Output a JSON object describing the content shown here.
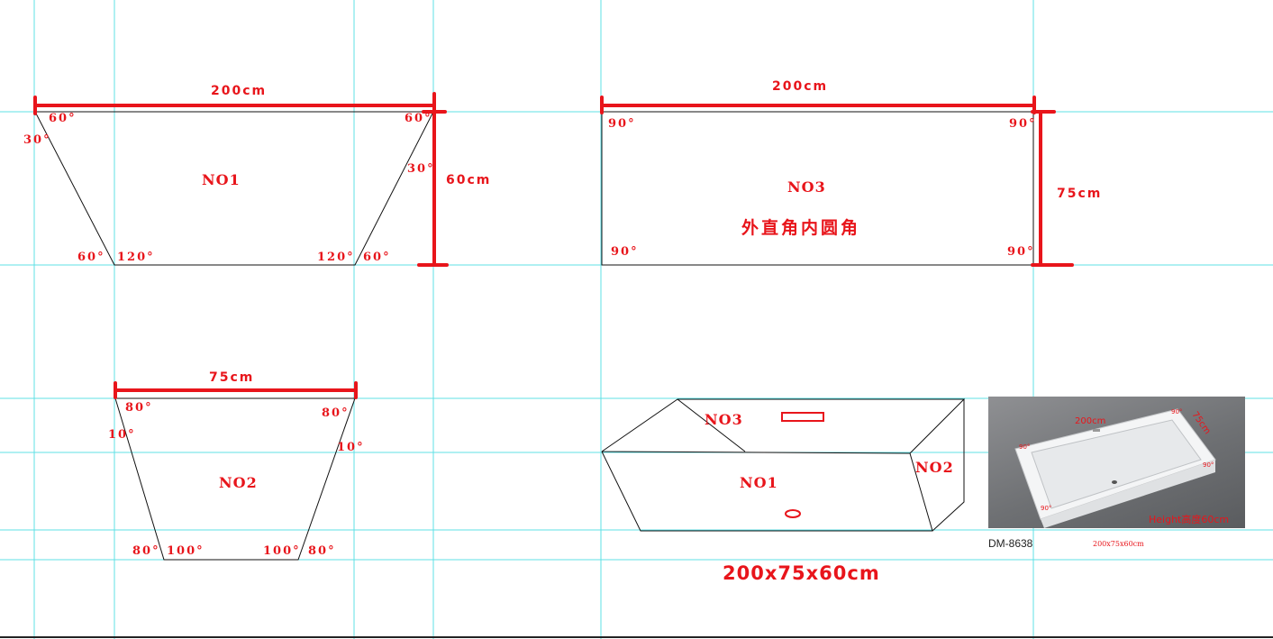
{
  "no1": {
    "top_dim": "200cm",
    "height_dim": "60cm",
    "name": "NO1",
    "angles": {
      "tl_top": "60°",
      "tl_side": "30°",
      "tr_top": "60°",
      "tr_side": "30°",
      "bl_out": "60°",
      "bl_in": "120°",
      "br_in": "120°",
      "br_out": "60°"
    }
  },
  "no3": {
    "top_dim": "200cm",
    "side_dim": "75cm",
    "name": "NO3",
    "note": "外直角内圆角",
    "angles": {
      "tl": "90°",
      "tr": "90°",
      "bl": "90°",
      "br": "90°"
    }
  },
  "no2": {
    "top_dim": "75cm",
    "name": "NO2",
    "angles": {
      "tl_top": "80°",
      "tl_side": "10°",
      "tr_top": "80°",
      "tr_side": "10°",
      "bl_out": "80°",
      "bl_in": "100°",
      "br_in": "100°",
      "br_out": "80°"
    }
  },
  "box3d": {
    "label_top": "NO3",
    "label_front": "NO1",
    "label_side": "NO2",
    "overall_dim": "200x75x60cm"
  },
  "photo": {
    "len": "200cm",
    "width": "75cm",
    "height_label": "Height高度60cm",
    "a1": "90°",
    "a2": "90°",
    "a3": "90°",
    "a4": "90°",
    "model": "DM-8638",
    "size_small": "200x75x60cm"
  },
  "colors": {
    "accent": "#e8151b",
    "guide": "#5fe0e6",
    "line": "#111111"
  }
}
